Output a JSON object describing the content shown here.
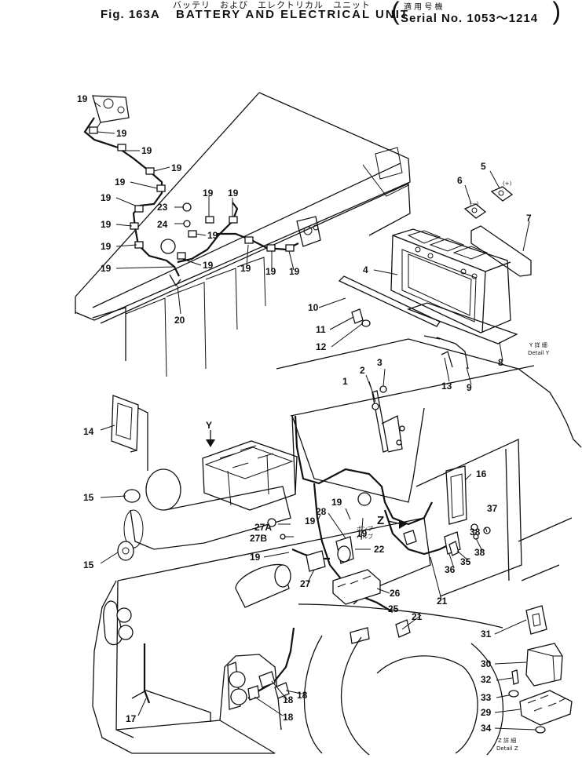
{
  "header": {
    "jp_subtitle": "バッテリ　および　エレクトリカル　ユニット",
    "figure_number": "Fig. 163A",
    "title": "BATTERY AND ELECTRICAL UNIT",
    "serial_jp": "適 用 号 機",
    "serial": "Serial No. 1053～1214"
  },
  "detail_labels": {
    "y_jp": "Y 詳 細",
    "y": "Detail Y",
    "z_jp": "Z 詳 細",
    "z": "Detail Z",
    "pump_jp": "ポンプ\nバルブ"
  },
  "view_markers": {
    "y": "Y",
    "z": "Z"
  },
  "callouts": [
    "1",
    "2",
    "3",
    "4",
    "5",
    "6",
    "7",
    "8",
    "9",
    "10",
    "11",
    "12",
    "13",
    "14",
    "15",
    "15",
    "16",
    "17",
    "18",
    "18",
    "18",
    "19",
    "20",
    "21",
    "21",
    "22",
    "23",
    "24",
    "25",
    "26",
    "27",
    "27A",
    "27B",
    "28",
    "29",
    "30",
    "31",
    "32",
    "33",
    "34",
    "35",
    "36",
    "37",
    "38",
    "38"
  ],
  "wire_clip_label": "19",
  "battery_terminal_labels": {
    "positive": "(+)",
    "negative": "(−)"
  }
}
